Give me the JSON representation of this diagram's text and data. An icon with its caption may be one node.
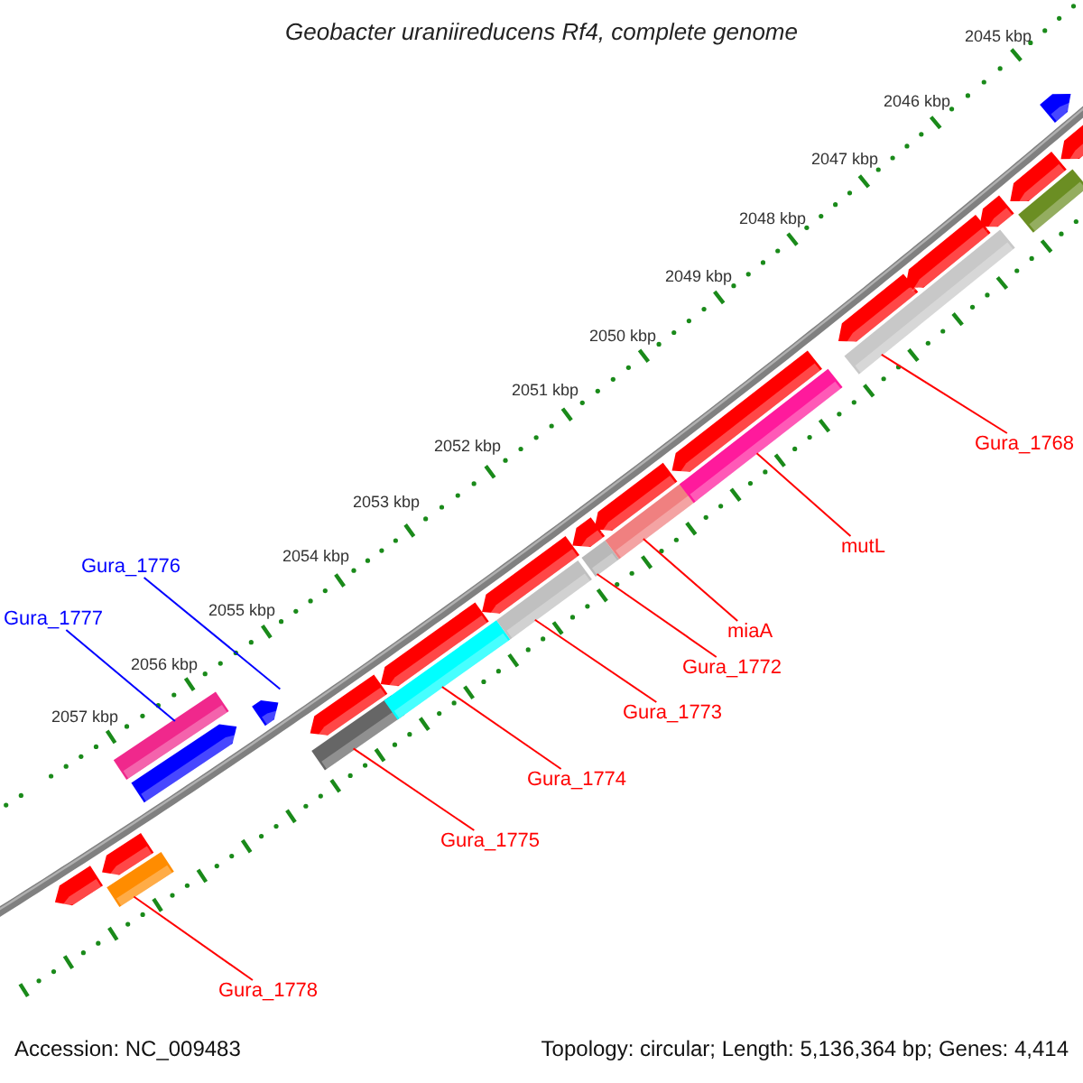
{
  "diagram": {
    "title": "Geobacter uraniireducens Rf4, complete genome",
    "nodes": [
      {
        "text": [
          "Gura_1768"
        ]
      },
      {
        "text": [
          "mutL"
        ]
      },
      {
        "text": [
          "Gura_1776"
        ]
      },
      {
        "text": [
          "Gura_1777"
        ]
      },
      {
        "text": [
          "miaA"
        ]
      },
      {
        "text": [
          "Gura_1772"
        ]
      },
      {
        "text": [
          "Gura_1773"
        ]
      },
      {
        "text": [
          "Gura_1774"
        ]
      },
      {
        "text": [
          "Gura_1775"
        ]
      },
      {
        "text": [
          "Gura_1778"
        ]
      },
      {
        "text": [],
        "shape": "pentagon"
      },
      {
        "text": [],
        "shape": "bar"
      },
      {
        "text": [],
        "shape": "pentagon"
      },
      {
        "text": [],
        "shape": "bar"
      },
      {
        "text": [],
        "shape": "pentagon"
      },
      {
        "text": [],
        "shape": "pentagon"
      },
      {
        "text": [],
        "shape": "bar"
      },
      {
        "text": [],
        "shape": "pentagon"
      },
      {
        "text": [],
        "shape": "bar"
      },
      {
        "text": [],
        "shape": "pentagon"
      },
      {
        "text": [],
        "shape": "pentagon"
      },
      {
        "text": [],
        "shape": "bar"
      },
      {
        "text": [],
        "shape": "pentagon"
      },
      {
        "text": [],
        "shape": "bar"
      },
      {
        "text": [],
        "shape": "pentagon"
      },
      {
        "text": [],
        "shape": "bar"
      },
      {
        "text": [],
        "shape": "bar"
      },
      {
        "text": [],
        "shape": "pentagon"
      },
      {
        "text": [],
        "shape": "bar"
      },
      {
        "text": [],
        "shape": "pentagon"
      },
      {
        "text": [],
        "shape": "pentagon"
      },
      {
        "text": [],
        "shape": "pentagon"
      },
      {
        "text": [],
        "shape": "bar"
      },
      {
        "text": [],
        "shape": "pentagon"
      },
      {
        "text": [],
        "shape": "pentagon"
      },
      {
        "text": [],
        "shape": "pentagon"
      }
    ],
    "edges": [
      {
        "from": 0,
        "to": 28,
        "arrow": "none"
      },
      {
        "from": 1,
        "to": 26,
        "arrow": "none"
      },
      {
        "from": 2,
        "to": 15,
        "arrow": "none",
        "color": "#0000ff"
      },
      {
        "from": 3,
        "to": 13,
        "arrow": "none",
        "color": "#0000ff"
      },
      {
        "from": 4,
        "to": 25,
        "arrow": "none"
      },
      {
        "from": 5,
        "to": 23,
        "arrow": "none"
      },
      {
        "from": 6,
        "to": 21,
        "arrow": "none"
      },
      {
        "from": 7,
        "to": 18,
        "arrow": "none"
      },
      {
        "from": 8,
        "to": 16,
        "arrow": "none"
      },
      {
        "from": 9,
        "to": 11,
        "arrow": "none"
      }
    ],
    "labels": [
      "2045 kbp",
      "2046 kbp",
      "2047 kbp",
      "2048 kbp",
      "2049 kbp",
      "2050 kbp",
      "2051 kbp",
      "2052 kbp",
      "2053 kbp",
      "2054 kbp",
      "2055 kbp",
      "2056 kbp",
      "2057 kbp",
      "Accession: NC_009483",
      "Topology: circular; Length: 5,136,364 bp; Genes: 4,414"
    ]
  }
}
